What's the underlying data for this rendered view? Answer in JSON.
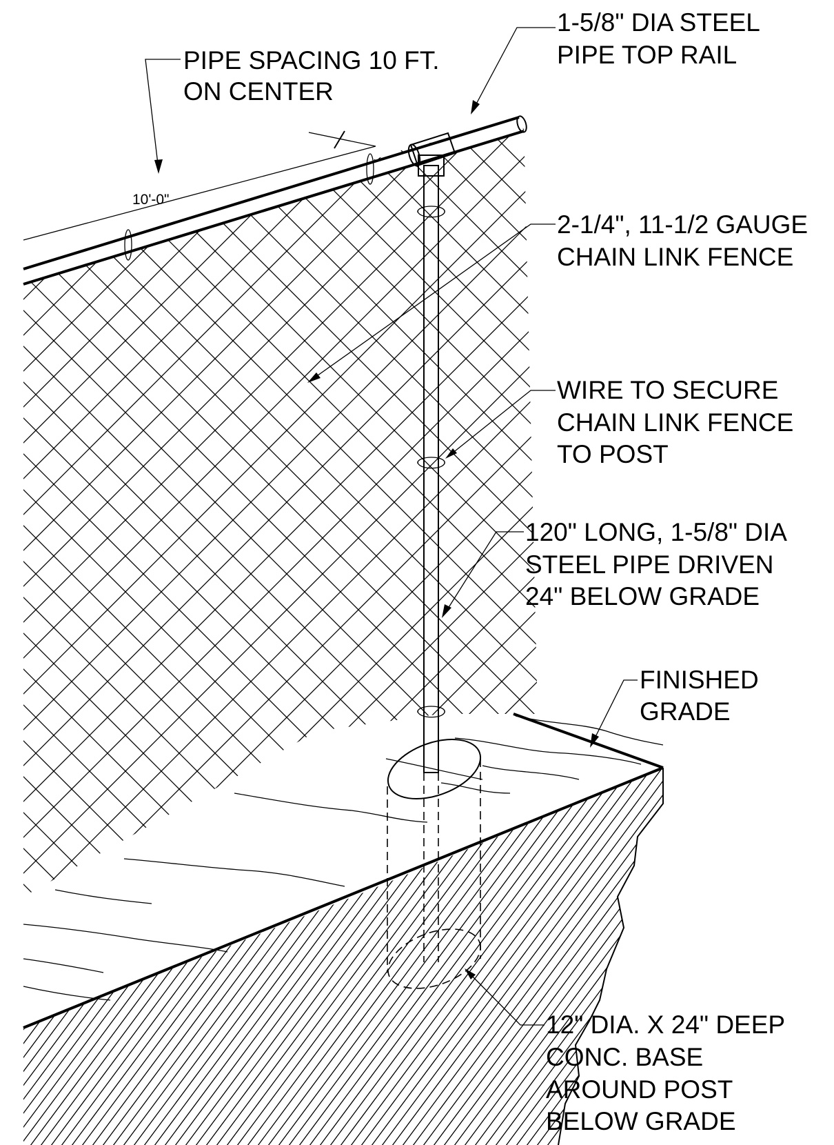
{
  "labels": {
    "top_rail": [
      "1-5/8\" DIA STEEL",
      "PIPE TOP RAIL"
    ],
    "pipe_spacing": [
      "PIPE SPACING 10 FT.",
      "ON CENTER"
    ],
    "fence_fabric": [
      "2-1/4\", 11-1/2 GAUGE",
      "CHAIN LINK FENCE"
    ],
    "tie_wire": [
      "WIRE TO SECURE",
      "CHAIN LINK FENCE",
      "TO POST"
    ],
    "post": [
      "120\" LONG, 1-5/8\" DIA",
      "STEEL PIPE DRIVEN",
      "24\" BELOW GRADE"
    ],
    "finished_grade": [
      "FINISHED",
      "GRADE"
    ],
    "footing": [
      "12\" DIA. X 24\" DEEP",
      "CONC. BASE",
      "AROUND POST",
      "BELOW GRADE"
    ]
  },
  "dimension": {
    "spacing": "10'-0\""
  }
}
